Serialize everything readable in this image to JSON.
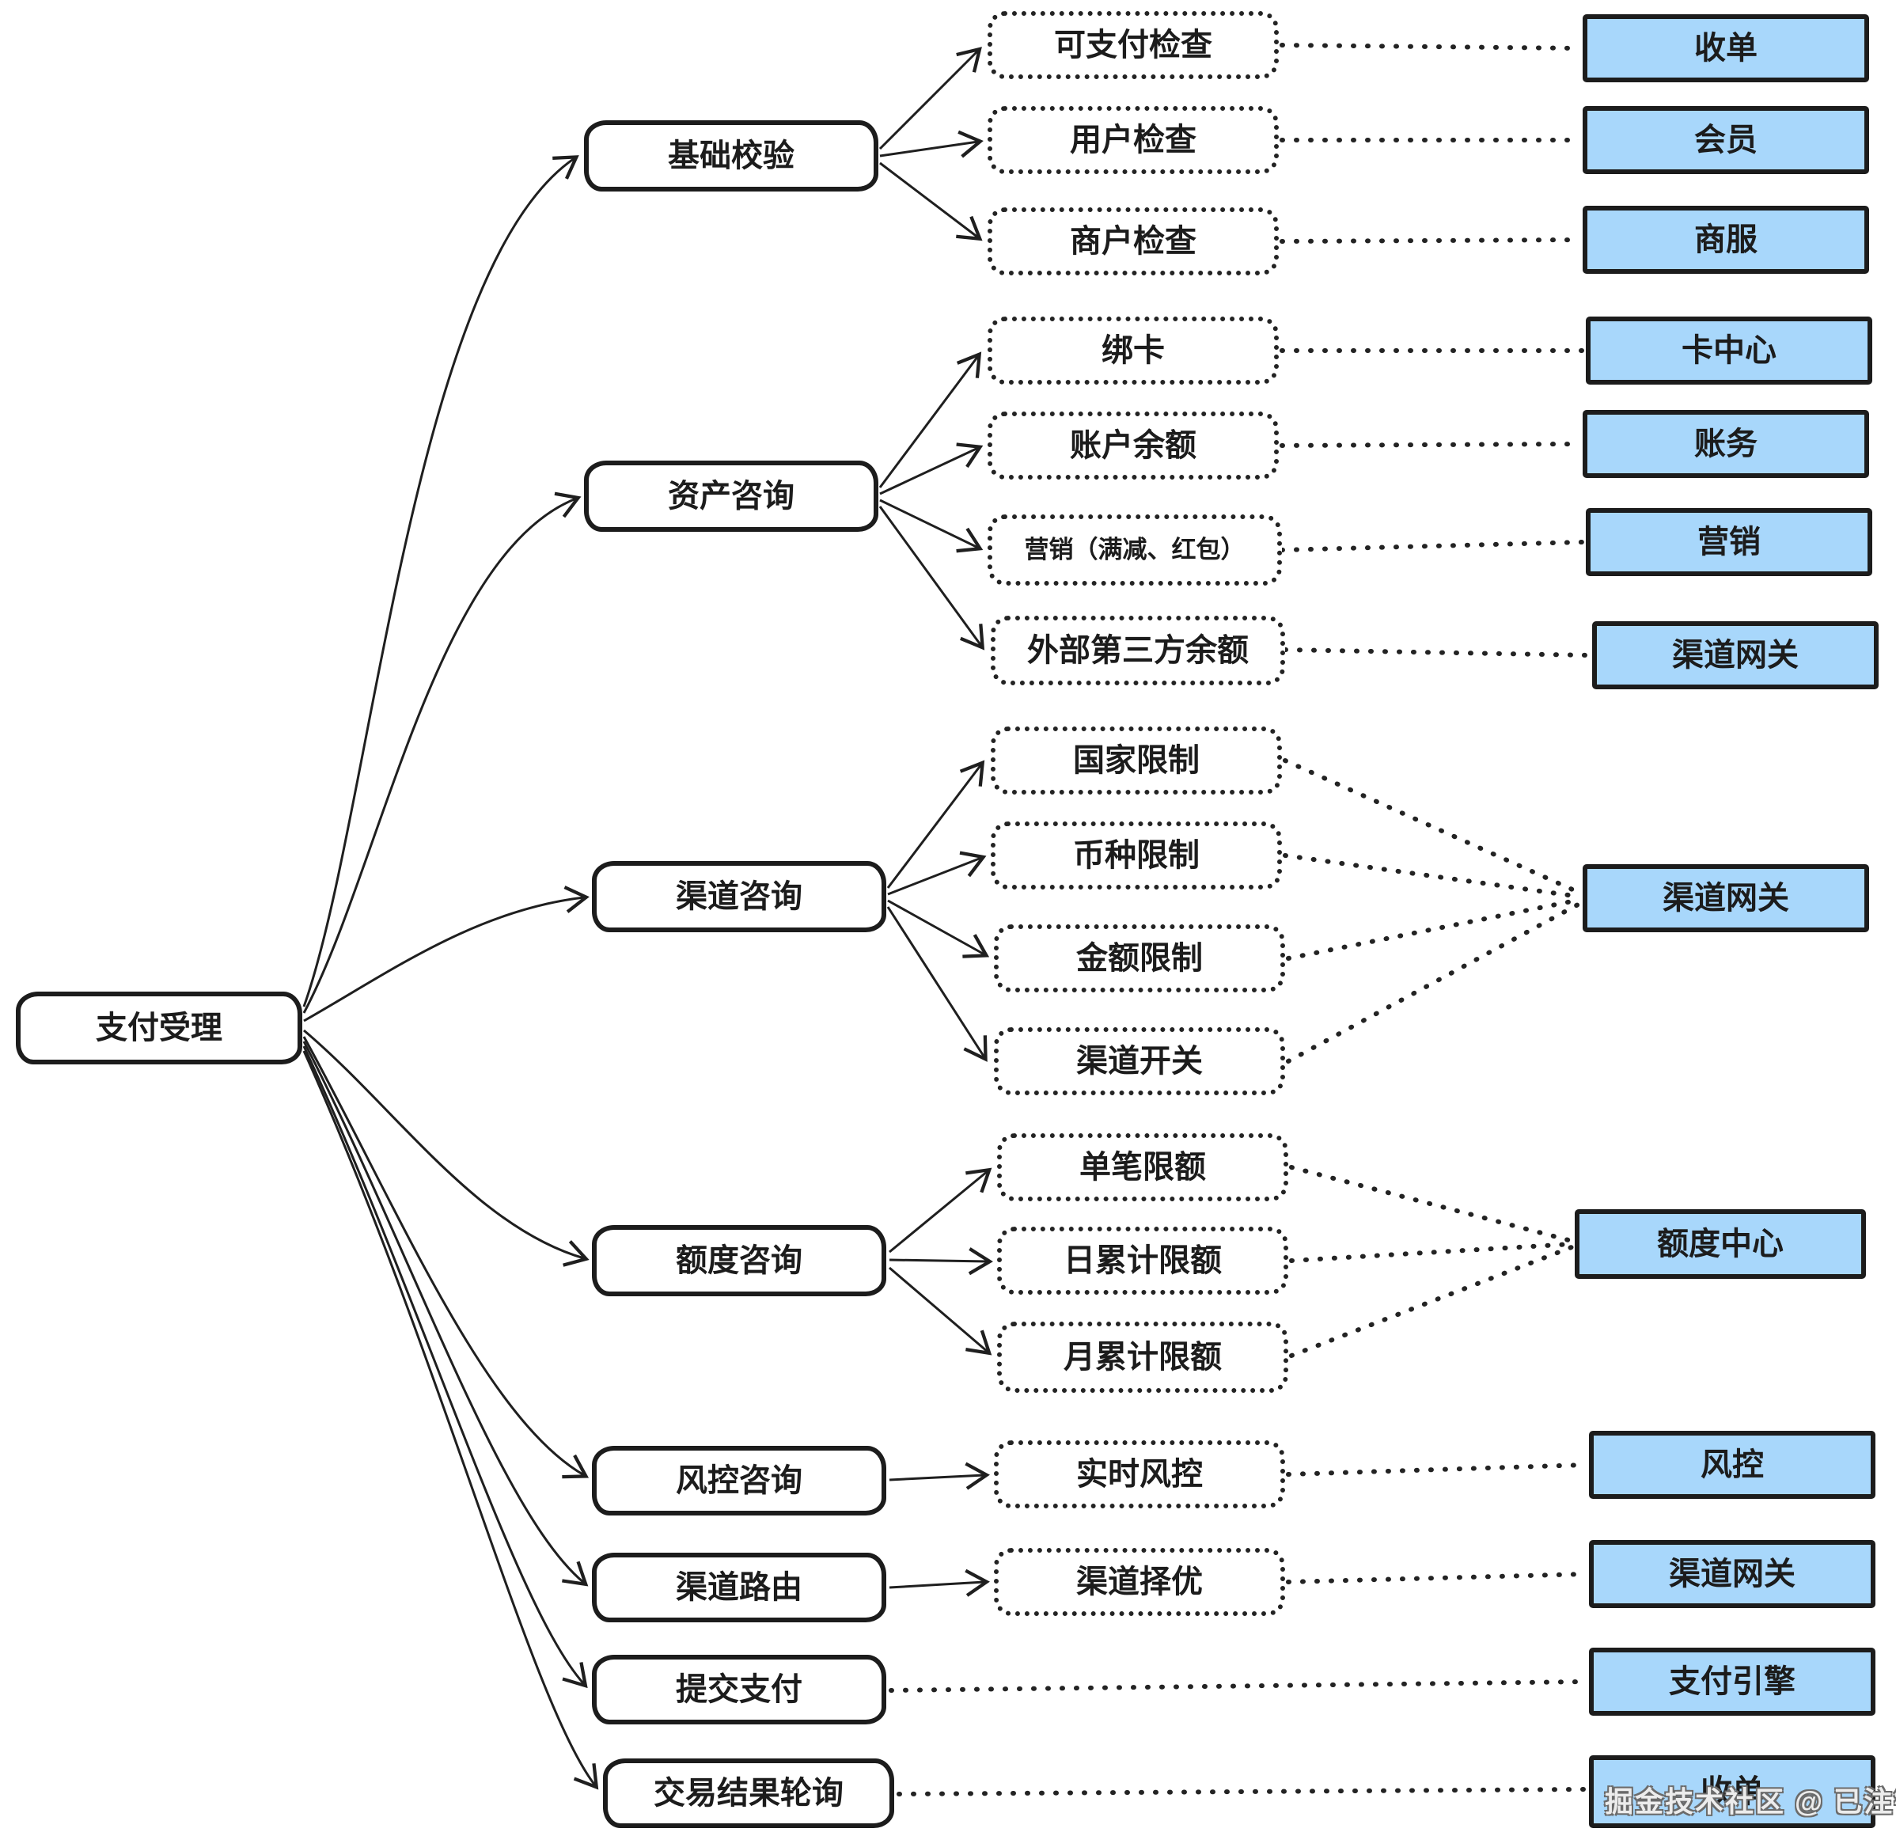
{
  "root": {
    "label": "支付受理"
  },
  "stages": [
    {
      "label": "基础校验"
    },
    {
      "label": "资产咨询"
    },
    {
      "label": "渠道咨询"
    },
    {
      "label": "额度咨询"
    },
    {
      "label": "风控咨询"
    },
    {
      "label": "渠道路由"
    },
    {
      "label": "提交支付"
    },
    {
      "label": "交易结果轮询"
    }
  ],
  "checks": [
    {
      "label": "可支付检查"
    },
    {
      "label": "用户检查"
    },
    {
      "label": "商户检查"
    },
    {
      "label": "绑卡"
    },
    {
      "label": "账户余额"
    },
    {
      "label": "营销（满减、红包）"
    },
    {
      "label": "外部第三方余额"
    },
    {
      "label": "国家限制"
    },
    {
      "label": "币种限制"
    },
    {
      "label": "金额限制"
    },
    {
      "label": "渠道开关"
    },
    {
      "label": "单笔限额"
    },
    {
      "label": "日累计限额"
    },
    {
      "label": "月累计限额"
    },
    {
      "label": "实时风控"
    },
    {
      "label": "渠道择优"
    }
  ],
  "services": [
    {
      "label": "收单"
    },
    {
      "label": "会员"
    },
    {
      "label": "商服"
    },
    {
      "label": "卡中心"
    },
    {
      "label": "账务"
    },
    {
      "label": "营销"
    },
    {
      "label": "渠道网关"
    },
    {
      "label": "渠道网关"
    },
    {
      "label": "额度中心"
    },
    {
      "label": "风控"
    },
    {
      "label": "渠道网关"
    },
    {
      "label": "支付引擎"
    },
    {
      "label": "收单"
    }
  ],
  "edges": {
    "solid": [
      [
        "支付受理",
        "基础校验"
      ],
      [
        "支付受理",
        "资产咨询"
      ],
      [
        "支付受理",
        "渠道咨询"
      ],
      [
        "支付受理",
        "额度咨询"
      ],
      [
        "支付受理",
        "风控咨询"
      ],
      [
        "支付受理",
        "渠道路由"
      ],
      [
        "支付受理",
        "提交支付"
      ],
      [
        "支付受理",
        "交易结果轮询"
      ],
      [
        "基础校验",
        "可支付检查"
      ],
      [
        "基础校验",
        "用户检查"
      ],
      [
        "基础校验",
        "商户检查"
      ],
      [
        "资产咨询",
        "绑卡"
      ],
      [
        "资产咨询",
        "账户余额"
      ],
      [
        "资产咨询",
        "营销（满减、红包）"
      ],
      [
        "资产咨询",
        "外部第三方余额"
      ],
      [
        "渠道咨询",
        "国家限制"
      ],
      [
        "渠道咨询",
        "币种限制"
      ],
      [
        "渠道咨询",
        "金额限制"
      ],
      [
        "渠道咨询",
        "渠道开关"
      ],
      [
        "额度咨询",
        "单笔限额"
      ],
      [
        "额度咨询",
        "日累计限额"
      ],
      [
        "额度咨询",
        "月累计限额"
      ],
      [
        "风控咨询",
        "实时风控"
      ],
      [
        "渠道路由",
        "渠道择优"
      ]
    ],
    "dotted": [
      [
        "可支付检查",
        "收单"
      ],
      [
        "用户检查",
        "会员"
      ],
      [
        "商户检查",
        "商服"
      ],
      [
        "绑卡",
        "卡中心"
      ],
      [
        "账户余额",
        "账务"
      ],
      [
        "营销（满减、红包）",
        "营销"
      ],
      [
        "外部第三方余额",
        "渠道网关"
      ],
      [
        "国家限制",
        "渠道网关"
      ],
      [
        "币种限制",
        "渠道网关"
      ],
      [
        "金额限制",
        "渠道网关"
      ],
      [
        "渠道开关",
        "渠道网关"
      ],
      [
        "单笔限额",
        "额度中心"
      ],
      [
        "日累计限额",
        "额度中心"
      ],
      [
        "月累计限额",
        "额度中心"
      ],
      [
        "实时风控",
        "风控"
      ],
      [
        "渠道择优",
        "渠道网关"
      ],
      [
        "提交支付",
        "支付引擎"
      ],
      [
        "交易结果轮询",
        "收单"
      ]
    ]
  },
  "watermark": "掘金技术社区 @ 已注销",
  "colors": {
    "service_fill": "#a8d7fb",
    "line": "#1f1f1f"
  }
}
